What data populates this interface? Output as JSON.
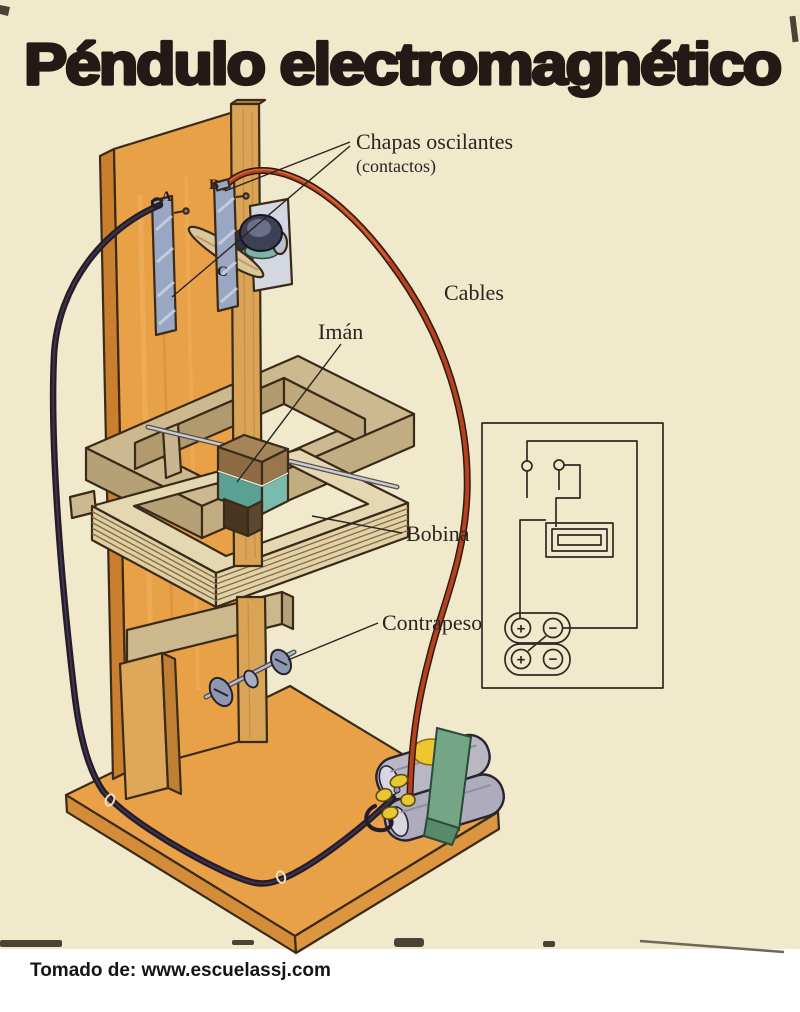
{
  "title": "Péndulo electromagnético",
  "diagram_labels": {
    "chapas_line1": "Chapas oscilantes",
    "chapas_line2": "(contactos)",
    "cables": "Cables",
    "iman": "Imán",
    "bobina": "Bobina",
    "contrapeso": "Contrapeso"
  },
  "contact_markers": {
    "a": "A",
    "b": "B",
    "c": "C"
  },
  "schematic": {
    "battery_cells": 2,
    "terminal_positive": "+",
    "terminal_negative": "−"
  },
  "footer": {
    "source": "Tomado de: www.escuelassj.com"
  },
  "palette": {
    "background": "#f1e9cc",
    "wood_orange": "#e9a148",
    "wood_tan": "#cdb98f",
    "coil_cream": "#e4d7b2",
    "metal_blue": "#9aa7c2",
    "magnet_teal": "#5aa193",
    "cable_red": "#b5411f",
    "cable_black": "#241c28",
    "battery_grey": "#b9b7c4",
    "strap_green": "#74a585",
    "cap_yellow": "#eec62f",
    "ink": "#2b2420"
  }
}
